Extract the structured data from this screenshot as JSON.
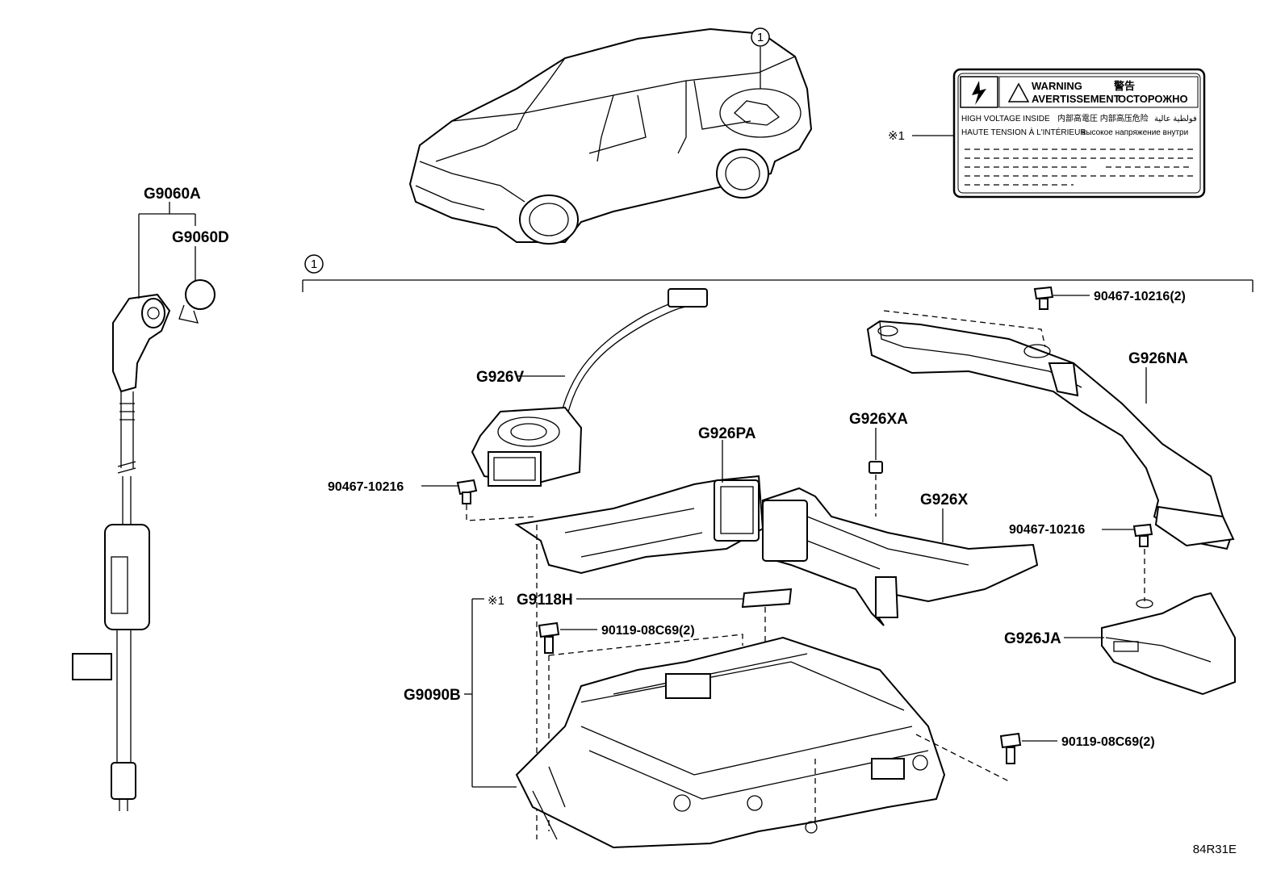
{
  "diagram": {
    "callout_number": "1",
    "ref_code": "84R31E",
    "note_mark": "※1",
    "warning_label": {
      "line1_left": "WARNING",
      "line1_right": "警告",
      "line2_left": "AVERTISSEMENT",
      "line2_right": "ОСТОРОЖНО",
      "line3": "HIGH VOLTAGE INSIDE",
      "line3_cjk": "内部高電圧 内部高压危险",
      "line3_ar": "فولطية عالية",
      "line4_left": "HAUTE TENSION À L'INTÉRIEUR",
      "line4_right": "высокое напряжение внутри"
    },
    "parts": {
      "g9060a": "G9060A",
      "g9060d": "G9060D",
      "g926v": "G926V",
      "g926pa": "G926PA",
      "g926xa": "G926XA",
      "g926x": "G926X",
      "g926na": "G926NA",
      "g926ja": "G926JA",
      "g9118h": "G9118H",
      "g9090b": "G9090B",
      "bolt_top_right": "90467-10216(2)",
      "bolt_left": "90467-10216",
      "bolt_right": "90467-10216",
      "screw_top": "90119-08C69(2)",
      "screw_right": "90119-08C69(2)"
    }
  }
}
